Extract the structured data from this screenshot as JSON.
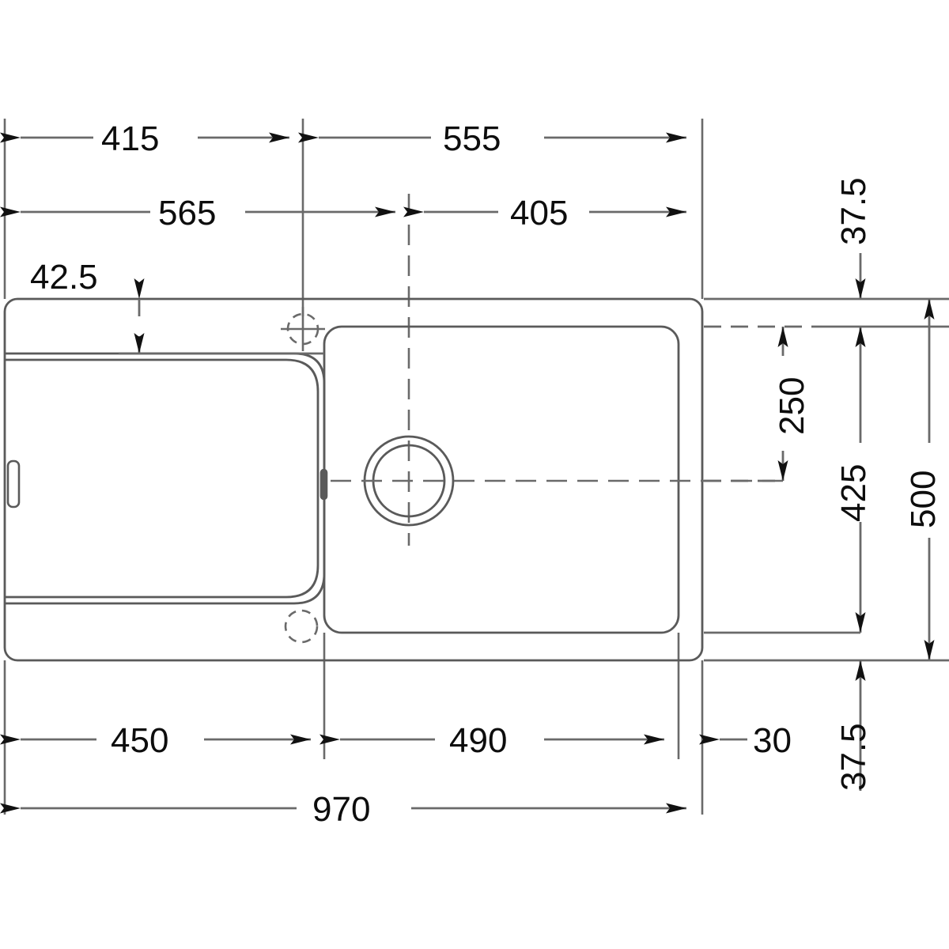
{
  "drawing": {
    "title": "Kitchen sink technical dimension drawing",
    "units": "mm",
    "line_color": "#555555",
    "text_color": "#0d0d0d",
    "background": "#ffffff",
    "horizontal_dimensions": [
      {
        "id": "d-415",
        "label": "415",
        "row": 1,
        "from": "left-outer-edge",
        "to": "tap-hole-centerline"
      },
      {
        "id": "d-555",
        "label": "555",
        "row": 1,
        "from": "tap-hole-centerline",
        "to": "right-outer-edge"
      },
      {
        "id": "d-565",
        "label": "565",
        "row": 2,
        "from": "left-outer-edge",
        "to": "drain-centerline"
      },
      {
        "id": "d-405",
        "label": "405",
        "row": 2,
        "from": "drain-centerline",
        "to": "right-outer-edge"
      },
      {
        "id": "d-450",
        "label": "450",
        "row": 3,
        "from": "left-outer-edge",
        "to": "bowl-left-wall"
      },
      {
        "id": "d-490",
        "label": "490",
        "row": 3,
        "from": "bowl-left-wall",
        "to": "bowl-right-wall"
      },
      {
        "id": "d-30",
        "label": "30",
        "row": 3,
        "from": "bowl-right-wall",
        "to": "right-outer-edge"
      },
      {
        "id": "d-970",
        "label": "970",
        "row": 4,
        "from": "left-outer-edge",
        "to": "right-outer-edge"
      }
    ],
    "vertical_dimensions": [
      {
        "id": "d-42-5",
        "label": "42.5",
        "from": "top-outer-edge",
        "to": "top-bowl-rim"
      },
      {
        "id": "d-37-5-top",
        "label": "37.5",
        "from": "top-outer-edge",
        "to": "bowl-top-wall"
      },
      {
        "id": "d-250",
        "label": "250",
        "from": "bowl-top-wall",
        "to": "drain-centerline"
      },
      {
        "id": "d-425",
        "label": "425",
        "from": "bowl-top-wall",
        "to": "bowl-bottom-wall"
      },
      {
        "id": "d-500",
        "label": "500",
        "from": "top-outer-edge",
        "to": "bottom-outer-edge"
      },
      {
        "id": "d-37-5-bottom",
        "label": "37.5",
        "from": "bowl-bottom-wall",
        "to": "bottom-outer-edge"
      }
    ],
    "features": {
      "outer_outline": "sink-outer-rectangle",
      "drainboard": "left-drainboard-recess",
      "bowl": "right-bowl",
      "drain": "drain-waste-outlet",
      "tap_hole_upper": "tap-hole-marker-upper",
      "tap_hole_lower": "tap-hole-marker-lower",
      "left_tab": "overflow-slot-left",
      "bowl_tab": "overflow-slot-bowl"
    }
  },
  "chart_data": {
    "type": "table",
    "title": "Sink dimensions (mm)",
    "categories": [
      "415",
      "555",
      "565",
      "405",
      "450",
      "490",
      "30",
      "970",
      "42.5",
      "37.5",
      "250",
      "425",
      "500",
      "37.5"
    ],
    "values": [
      415,
      555,
      565,
      405,
      450,
      490,
      30,
      970,
      42.5,
      37.5,
      250,
      425,
      500,
      37.5
    ]
  }
}
